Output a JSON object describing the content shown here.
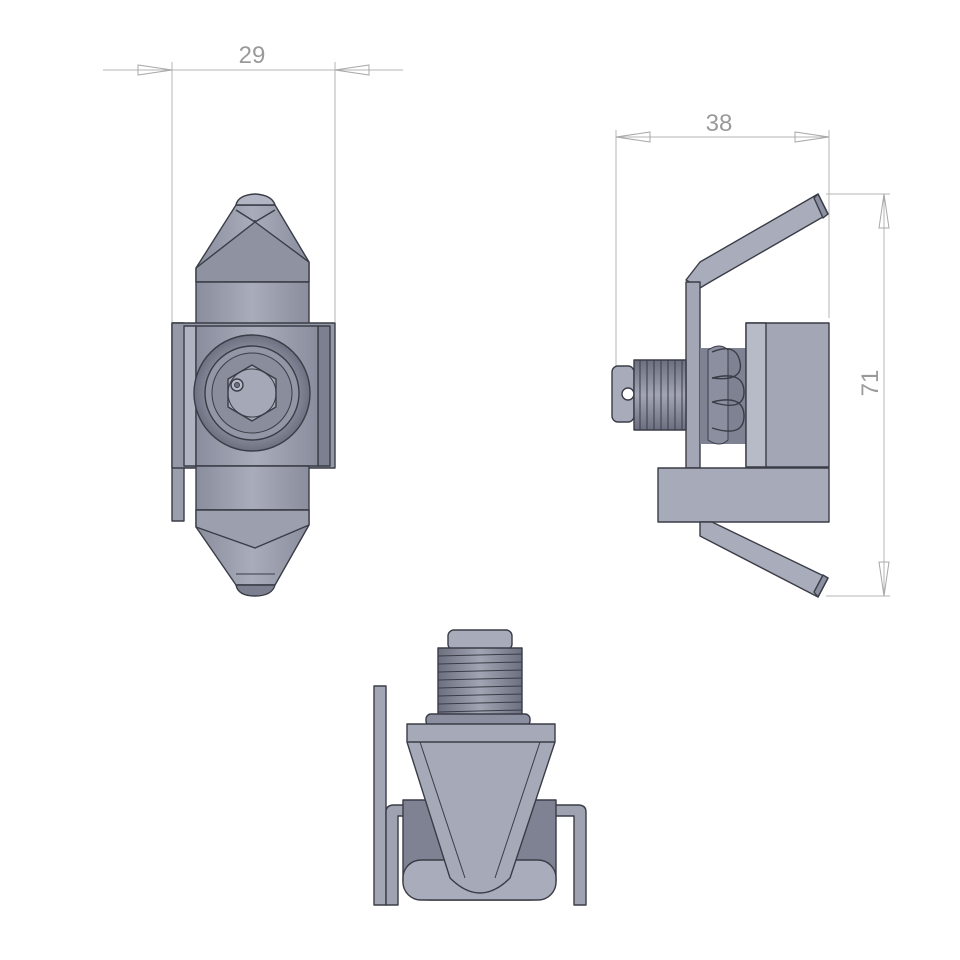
{
  "dimensions": {
    "front_width": "29",
    "side_width": "38",
    "side_height": "71"
  },
  "colors": {
    "part_light": "#a8abba",
    "part_mid": "#8f92a2",
    "part_dark": "#6f7282",
    "part_shadow": "#55586a",
    "edge": "#3a3d47",
    "dimension": "#b4b4b4"
  }
}
